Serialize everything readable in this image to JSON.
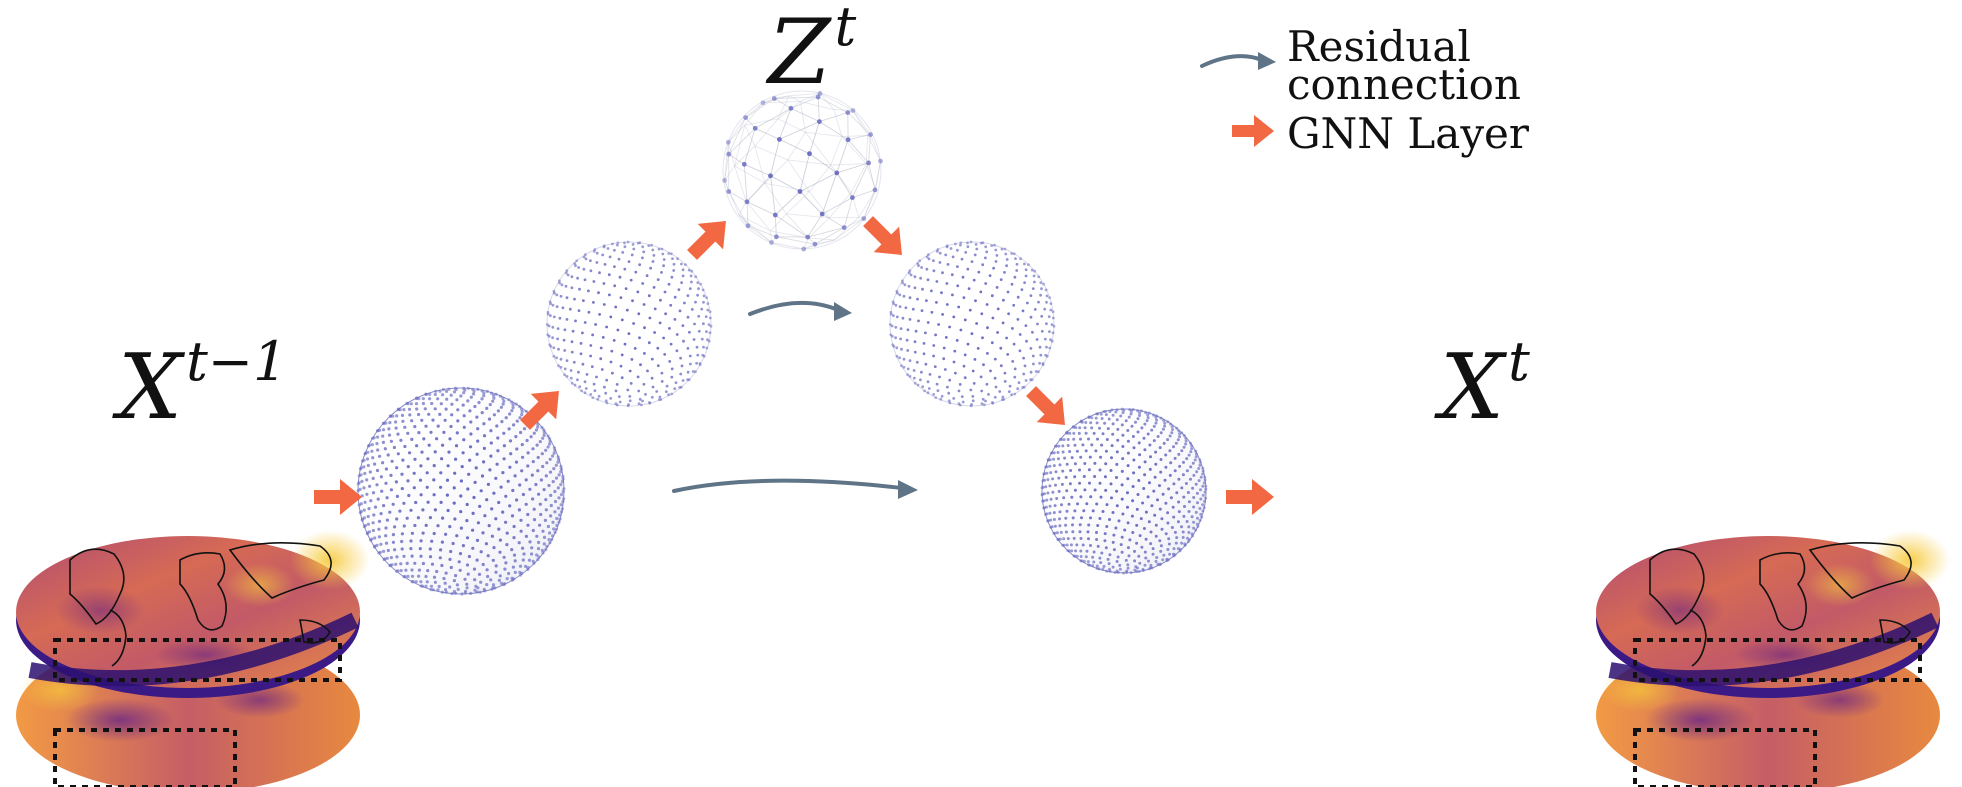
{
  "labels": {
    "input_base": "X",
    "input_sup": "t−1",
    "latent_base": "Z",
    "latent_sup": "t",
    "output_base": "X",
    "output_sup": "t"
  },
  "legend": {
    "residual_line1": "Residual",
    "residual_line2": "connection",
    "gnn_label": "GNN Layer"
  },
  "colors": {
    "gnn_arrow": "#f26842",
    "residual_arrow": "#5f7487",
    "mesh_node": "#6a6cc0",
    "mesh_edge": "#b9bccb"
  },
  "icons": {
    "residual": "curved-arrow-icon",
    "gnn": "thick-arrow-icon"
  }
}
